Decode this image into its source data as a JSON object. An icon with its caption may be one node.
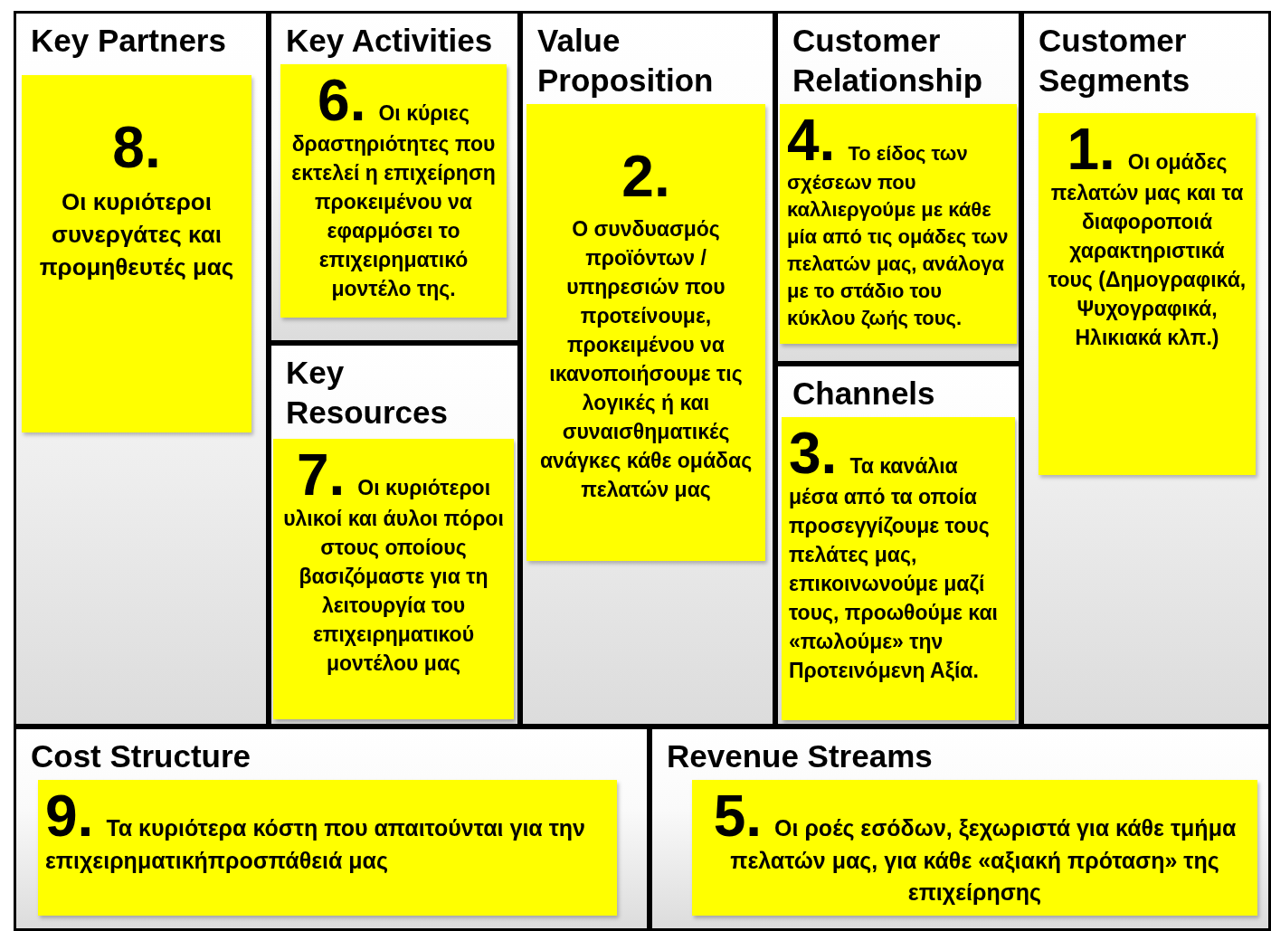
{
  "diagram": {
    "nodes": [
      {
        "text": [
          "Key Partners"
        ]
      },
      {
        "text": [
          "8.",
          "Οι κυριότεροι συνεργάτες και προμηθευτές μας"
        ],
        "in": 0
      },
      {
        "text": [
          "Key Activities"
        ]
      },
      {
        "text": [
          "6.",
          "Οι κύριες δραστηριότητες που εκτελεί η επιχείρηση προκειμένου να εφαρμόσει το επιχειρηματικό μοντέλο της."
        ],
        "in": 2
      },
      {
        "text": [
          "Key Resources"
        ]
      },
      {
        "text": [
          "7.",
          "Οι κυριότεροι υλικοί και άυλοι πόροι στους οποίους βασιζόμαστε για τη λειτουργία του επιχειρηματικού μοντέλου μας"
        ],
        "in": 4
      },
      {
        "text": [
          "Value Proposition"
        ]
      },
      {
        "text": [
          "2.",
          "Ο συνδυασμός προϊόντων / υπηρεσιών που προτείνουμε, προκειμένου να ικανοποιήσουμε τις λογικές ή και συναισθηματικές ανάγκες κάθε ομάδας πελατών μας"
        ],
        "in": 6
      },
      {
        "text": [
          "Customer Relationship"
        ]
      },
      {
        "text": [
          "4.",
          "Το είδος των σχέσεων που καλλιεργούμε με κάθε μία από τις ομάδες των πελατών μας, ανάλογα με το στάδιο του κύκλου ζωής τους."
        ],
        "in": 8
      },
      {
        "text": [
          "Channels"
        ]
      },
      {
        "text": [
          "3.",
          "Τα κανάλια μέσα από τα οποία προσεγγίζουμε τους πελάτες μας, επικοινωνούμε μαζί τους, προωθούμε και «πωλούμε» την Προτεινόμενη Αξία."
        ],
        "in": 10
      },
      {
        "text": [
          "Customer Segments"
        ]
      },
      {
        "text": [
          "1.",
          "Οι ομάδες πελατών μας και τα διαφοροποιά χαρακτηριστικά τους (Δημογραφικά, Ψυχογραφικά, Ηλικιακά κλπ.)"
        ],
        "in": 12
      },
      {
        "text": [
          "Cost Structure"
        ]
      },
      {
        "text": [
          "9.",
          "Τα κυριότερα κόστη που απαιτούνται για την επιχειρηματικήπροσπάθειά μας"
        ],
        "in": 14
      },
      {
        "text": [
          "Revenue Streams"
        ]
      },
      {
        "text": [
          "5.",
          "Οι ροές εσόδων, ξεχωριστά για κάθε τμήμα πελατών μας, για κάθε «αξιακή πρόταση» της επιχείρησης"
        ],
        "in": 16
      }
    ]
  }
}
